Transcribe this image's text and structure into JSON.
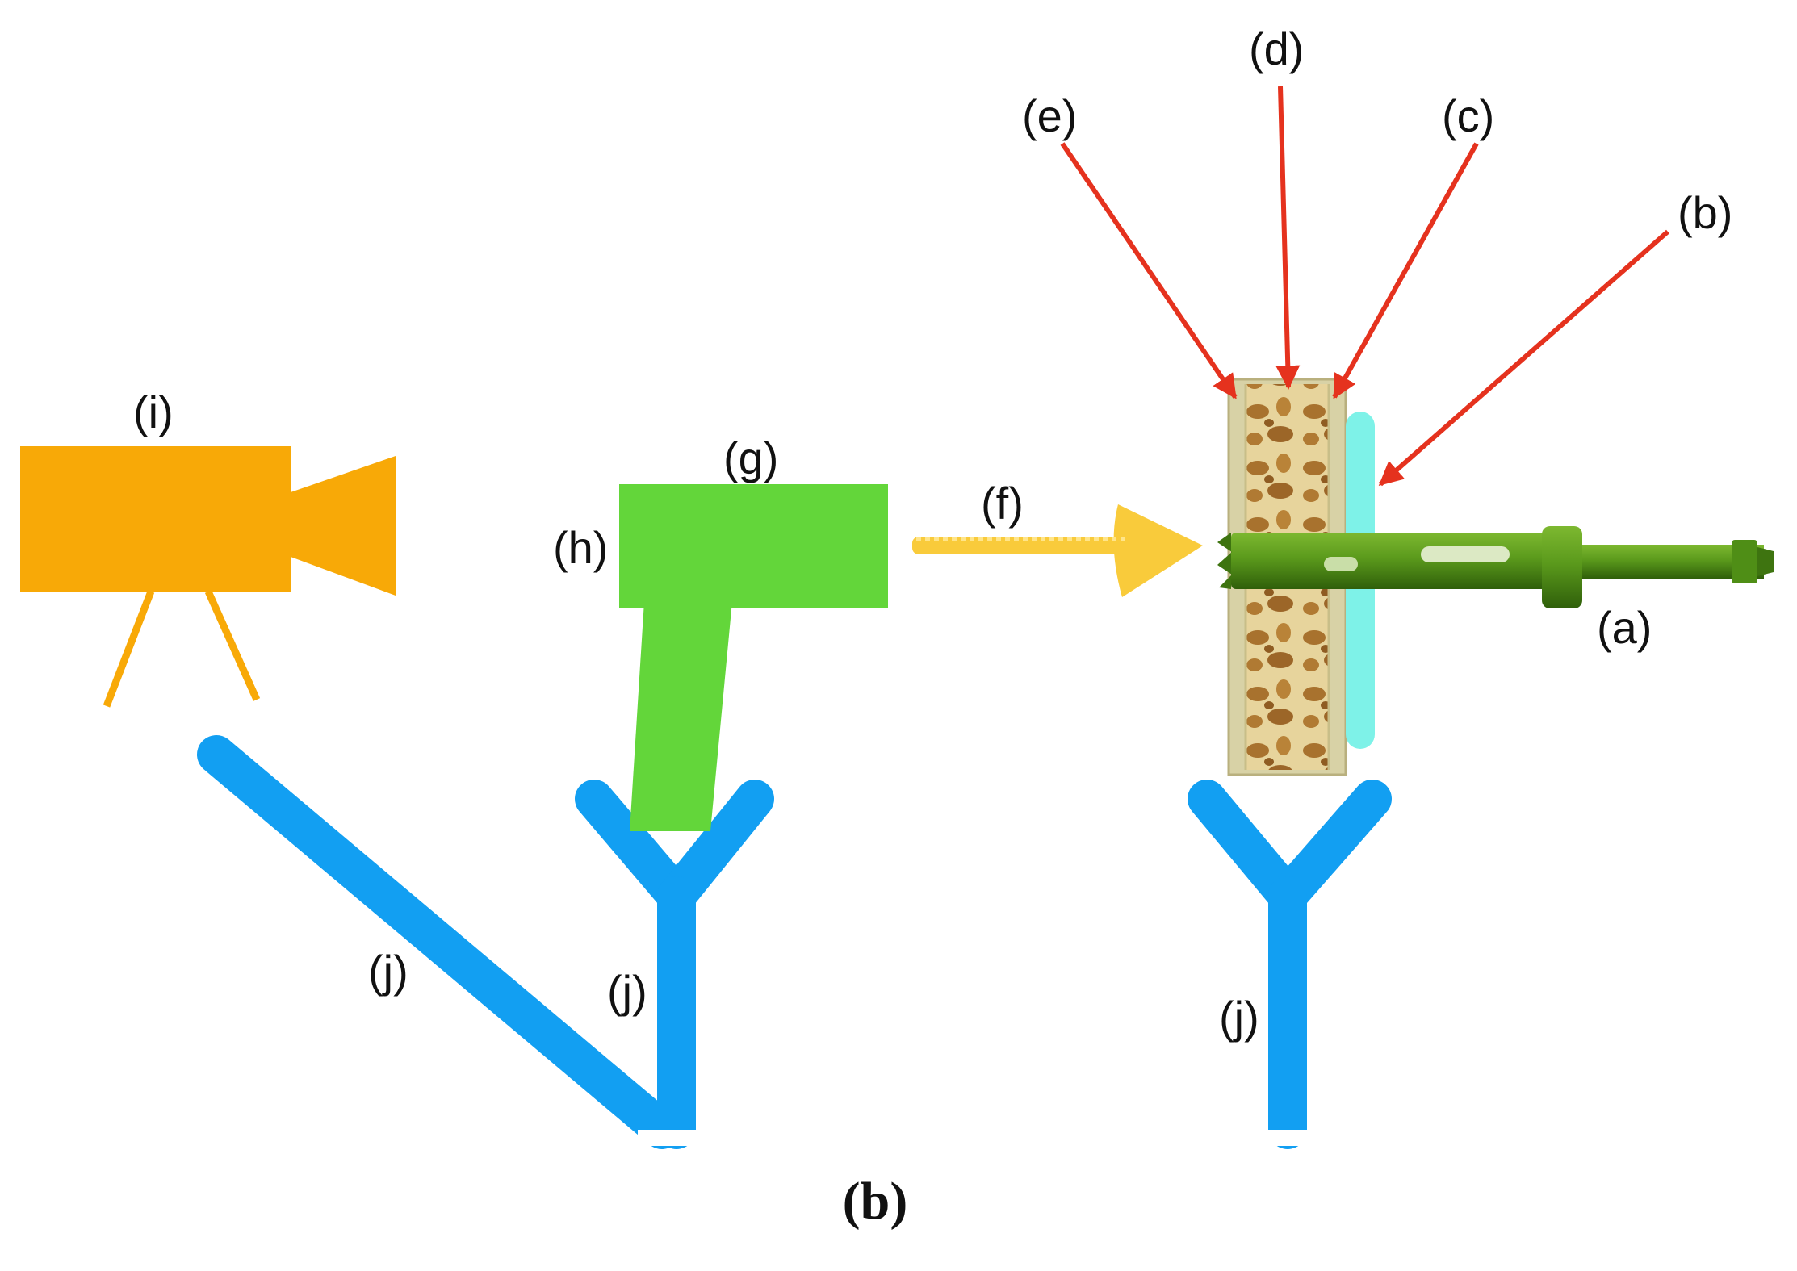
{
  "labels": {
    "a": "(a)",
    "b": "(b)",
    "c": "(c)",
    "d": "(d)",
    "e": "(e)",
    "f": "(f)",
    "g": "(g)",
    "h": "(h)",
    "i": "(i)",
    "j": "(j)"
  },
  "caption": "(b)",
  "colors": {
    "camera": "#F8A907",
    "sensor": "#63D63A",
    "stand": "#129FF2",
    "pointer": "#E5321E",
    "beam": "#F9CB3B",
    "bone_cortex": "#D8D2A6",
    "bone_marrow": "#B07A33",
    "membrane": "#7EF2E8",
    "trephine": "#4F8E16"
  },
  "icons": {
    "camera": "video-camera-icon",
    "sensor": "thermal-sensor-icon",
    "beam": "infrared-beam-arrow",
    "bone": "bone-block-icon",
    "drill": "trephine-drill-icon"
  }
}
